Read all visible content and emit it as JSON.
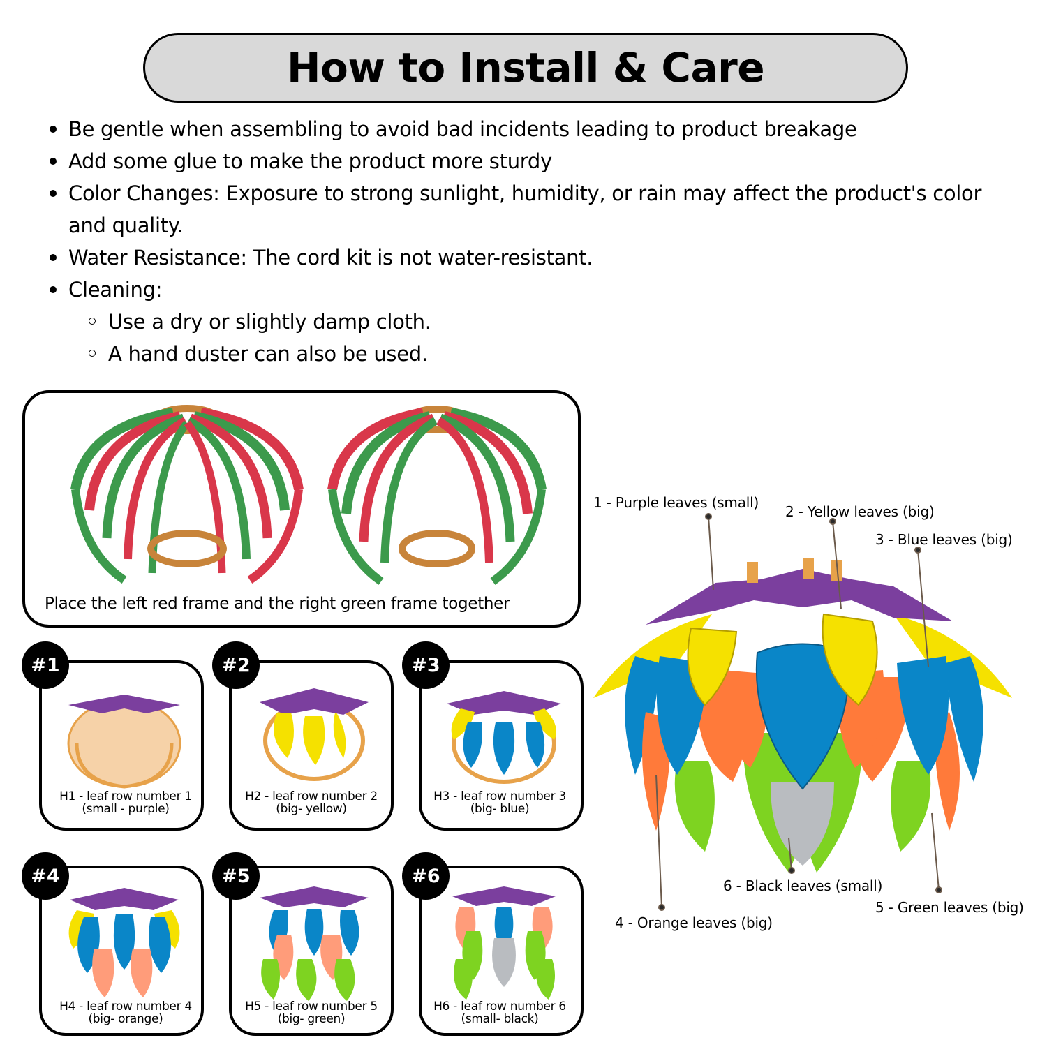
{
  "title": "How to Install & Care",
  "bullets": [
    "Be gentle when assembling to avoid bad incidents leading to product breakage",
    "Add some glue to make the product more sturdy",
    "Color Changes: Exposure to strong sunlight, humidity, or rain may affect the product's color",
    "and quality.",
    "Water Resistance: The cord kit is not water-resistant.",
    "Cleaning:"
  ],
  "sub_bullets": [
    "Use a dry or slightly damp cloth.",
    "A hand duster can also be used."
  ],
  "frame_caption": "Place the left red frame and the right green frame together",
  "steps": [
    {
      "badge": "#1",
      "line1": "H1 - leaf row number 1",
      "line2": "(small - purple)"
    },
    {
      "badge": "#2",
      "line1": "H2 - leaf row number 2",
      "line2": "(big- yellow)"
    },
    {
      "badge": "#3",
      "line1": "H3 - leaf row number 3",
      "line2": "(big- blue)"
    },
    {
      "badge": "#4",
      "line1": "H4 - leaf row number 4",
      "line2": "(big- orange)"
    },
    {
      "badge": "#5",
      "line1": "H5 - leaf row number 5",
      "line2": "(big- green)"
    },
    {
      "badge": "#6",
      "line1": "H6 - leaf row number 6",
      "line2": "(small- black)"
    }
  ],
  "legend": [
    "1 - Purple leaves (small)",
    "2 - Yellow leaves (big)",
    "3 - Blue leaves (big)",
    "4 - Orange leaves (big)",
    "5 - Green leaves (big)",
    "6 - Black leaves (small)"
  ],
  "colors": {
    "purple": "#7b3f9e",
    "yellow": "#f5e100",
    "blue": "#0a86c8",
    "orange": "#ff7a3a",
    "green": "#7ed321",
    "grey": "#b9bcc0",
    "wood": "#e7a24a",
    "frame_red": "#d9374a",
    "frame_green": "#3c9a4c"
  }
}
